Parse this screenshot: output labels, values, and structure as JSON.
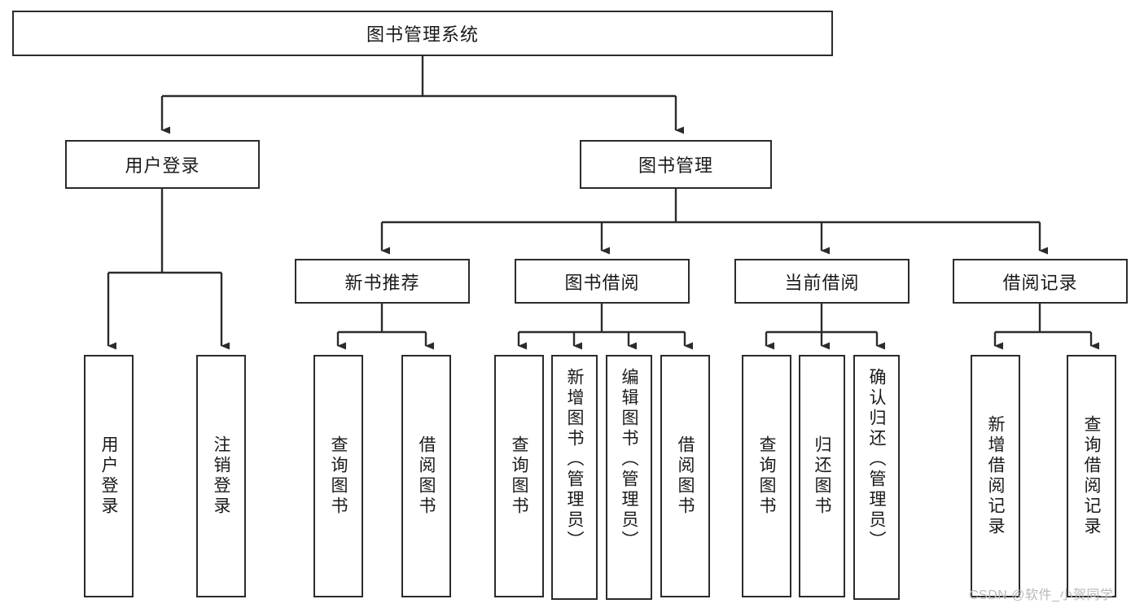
{
  "diagram": {
    "title_node": {
      "label": "图书管理系统"
    },
    "level2": [
      {
        "label": "用户登录"
      },
      {
        "label": "图书管理"
      }
    ],
    "level3": [
      {
        "label": "新书推荐"
      },
      {
        "label": "图书借阅"
      },
      {
        "label": "当前借阅"
      },
      {
        "label": "借阅记录"
      }
    ],
    "leaves": [
      {
        "label": "用户登录",
        "parent": "用户登录"
      },
      {
        "label": "注销登录",
        "parent": "用户登录"
      },
      {
        "label": "查询图书",
        "parent": "新书推荐"
      },
      {
        "label": "借阅图书",
        "parent": "新书推荐"
      },
      {
        "label": "查询图书",
        "parent": "图书借阅"
      },
      {
        "label": "新增图书（管理员）",
        "parent": "图书借阅"
      },
      {
        "label": "编辑图书（管理员）",
        "parent": "图书借阅"
      },
      {
        "label": "借阅图书",
        "parent": "图书借阅"
      },
      {
        "label": "查询图书",
        "parent": "当前借阅"
      },
      {
        "label": "归还图书",
        "parent": "当前借阅"
      },
      {
        "label": "确认归还（管理员）",
        "parent": "当前借阅"
      },
      {
        "label": "新增借阅记录",
        "parent": "借阅记录"
      },
      {
        "label": "查询借阅记录",
        "parent": "借阅记录"
      }
    ],
    "watermark": "CSDN @软件_小贺同学",
    "colors": {
      "stroke": "#2b2b2b",
      "background": "#ffffff",
      "text": "#1a1a1a",
      "watermark": "#b9b9b9"
    }
  }
}
